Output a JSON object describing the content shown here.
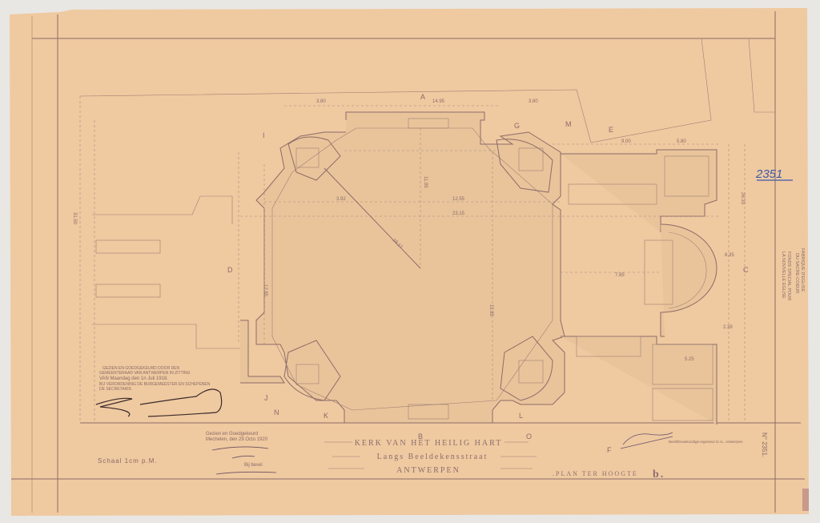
{
  "title_block": {
    "line1": "KERK VAN HET HEILIG HART",
    "line2": "Langs Beeldekensstraat",
    "line3": "ANTWERPEN",
    "plan_label": ".PLAN TER HOOGTE",
    "plan_letter": "b."
  },
  "scale": "Schaal 1cm p.M.",
  "catalog_number": "2351",
  "number_stamp": "N° 2351.",
  "owner_stamp": {
    "line1": "FABRIQUE D'EGLISE",
    "line2": "DU SACRE-COEUR",
    "line3": "FONDS SPECIAL POUR",
    "line4": "LA NOUVELLE EGLISE"
  },
  "approval_city": {
    "line1": "GEZIEN EN GOEDGEKEURD DOOR DEN",
    "line2": "GEMEENTERAAD VAN ANTWERPEN IN ZITTING",
    "line3": "VAN Maandag den 1n Juli 1918.",
    "line4": "BIJ VERORDENING  DE BURGEMEESTER EN SCHEPENEN",
    "line5": "DE SECRETARIS"
  },
  "approval_mechelen": {
    "line1": "Gezien en Goedgekeurd",
    "line2": "Mechelen, den 29 Octo 1920",
    "line3": "Bij bevel"
  },
  "architect_note": "Beeldhouwkundige-ingenieur  D.I.L. Antwerpen",
  "section_letters": {
    "A": "A",
    "B": "B",
    "C": "C",
    "D": "D",
    "E": "E",
    "F": "F",
    "G": "G",
    "I": "I",
    "J": "J",
    "K": "K",
    "L": "L",
    "M": "M",
    "N": "N",
    "O": "O"
  },
  "dimensions": {
    "top_width": "14.95",
    "top_left": "3.80",
    "top_right": "3.80",
    "nave_width": "12.55",
    "total_width": "23.15",
    "diagonal": "19.17",
    "height_left": "12.85",
    "height_mid": "11.95",
    "height_total": "31.50",
    "right_total": "26.33",
    "apse": "7.85",
    "right1": "9.00",
    "right2": "5.80",
    "right3": "8.35",
    "right4": "2.39",
    "right5": "5.25",
    "nave_mid": "12.85",
    "chapel": "3.92"
  }
}
